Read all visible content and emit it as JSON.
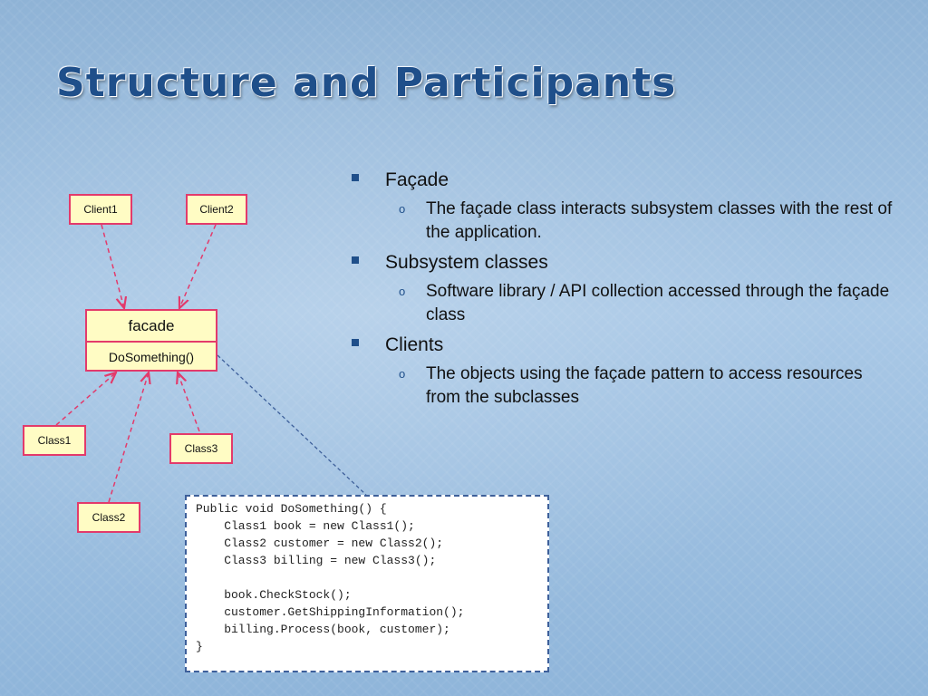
{
  "title": "Structure and Participants",
  "bullets": [
    {
      "label": "Façade",
      "sub": [
        "The façade class interacts subsystem classes with the rest of the application."
      ]
    },
    {
      "label": "Subsystem classes",
      "sub": [
        "Software library / API collection accessed through the façade class"
      ]
    },
    {
      "label": "Clients",
      "sub": [
        "The objects using the façade pattern to access resources from the subclasses"
      ]
    }
  ],
  "diagram": {
    "client1": "Client1",
    "client2": "Client2",
    "facade_name": "facade",
    "facade_method": "DoSomething()",
    "class1": "Class1",
    "class2": "Class2",
    "class3": "Class3",
    "code_lines": [
      "Public void DoSomething() {",
      "    Class1 book = new Class1();",
      "    Class2 customer = new Class2();",
      "    Class3 billing = new Class3();",
      "",
      "    book.CheckStock();",
      "    customer.GetShippingInformation();",
      "    billing.Process(book, customer);",
      "}"
    ]
  },
  "colors": {
    "title": "#1f4f8a",
    "box_fill": "#fffcc4",
    "box_border": "#e33a6b",
    "code_border": "#3d5f9a"
  }
}
